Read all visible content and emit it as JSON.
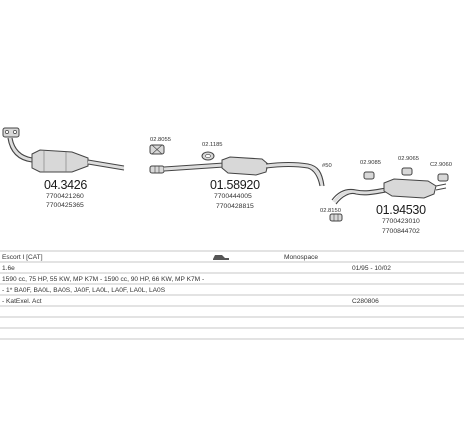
{
  "parts": [
    {
      "code": "04.3426",
      "ref1": "7700421260",
      "ref2": "7700425365"
    },
    {
      "code": "01.58920",
      "ref1": "7700444005",
      "ref2": "7700428815"
    },
    {
      "code": "01.94530",
      "ref1": "7700423010",
      "ref2": "7700844702"
    }
  ],
  "accessories": [
    {
      "code": "02.8055"
    },
    {
      "code": "02.1185"
    },
    {
      "code": "#50"
    },
    {
      "code": "02.9085"
    },
    {
      "code": "02.9065"
    },
    {
      "code": "C2.9060"
    },
    {
      "code": "02.8150"
    }
  ],
  "rows": [
    {
      "col1": "Escort I [CAT]",
      "col2": "",
      "col3": "Monospace"
    },
    {
      "col1": "1.6e",
      "col2": "",
      "col3": "01/95 - 10/02"
    },
    {
      "col1": "1590 cc, 75 HP, 55 KW, MP K7M - 1590 cc, 90 HP, 66 KW, MP K7M -",
      "col2": "",
      "col3": ""
    },
    {
      "col1": "- 1* BA0F, BA0L, BA0S, JA0F, LA0L, LA0F, LA0L, LA0S",
      "col2": "",
      "col3": ""
    },
    {
      "col1": "- KatExel. Act",
      "col2": "",
      "col3": "C280806"
    }
  ]
}
